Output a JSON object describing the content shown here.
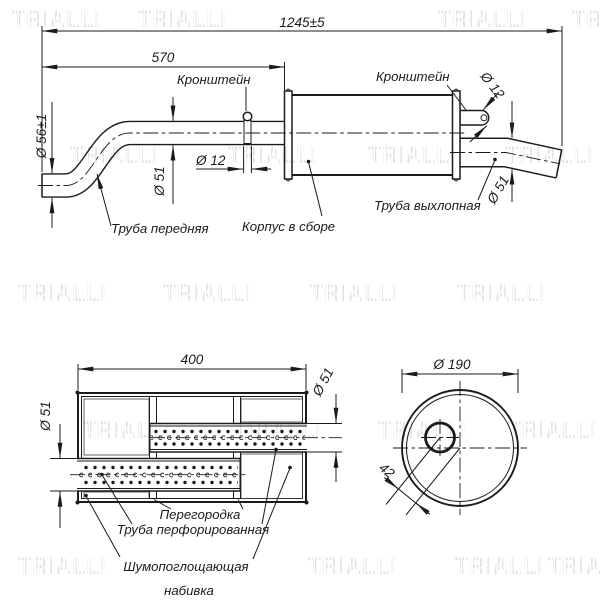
{
  "watermark": {
    "text": "TRIALLI"
  },
  "main_view": {
    "dim_overall": "1245±5",
    "dim_front": "570",
    "bracket_front": "Кронштейн",
    "bracket_rear": "Кронштейн",
    "dia_bracket_front": "Ø 12",
    "dia_bracket_rear": "Ø 12",
    "dia_inlet": "Ø 56±1",
    "dia_front_pipe": "Ø 51",
    "dia_exhaust": "Ø 51",
    "front_pipe_label": "Труба передняя",
    "body_label": "Корпус в сборе",
    "exhaust_label": "Труба выхлопная"
  },
  "section_view": {
    "dim_length": "400",
    "dia_inlet": "Ø 51",
    "dia_outlet": "Ø 51",
    "baffle_label": "Перегородка",
    "perforated_label": "Труба перфорированная",
    "padding_label_line1": "Шумопоглощающая",
    "padding_label_line2": "набивка"
  },
  "end_view": {
    "dia_shell": "Ø 190",
    "offset_dim": "42"
  }
}
